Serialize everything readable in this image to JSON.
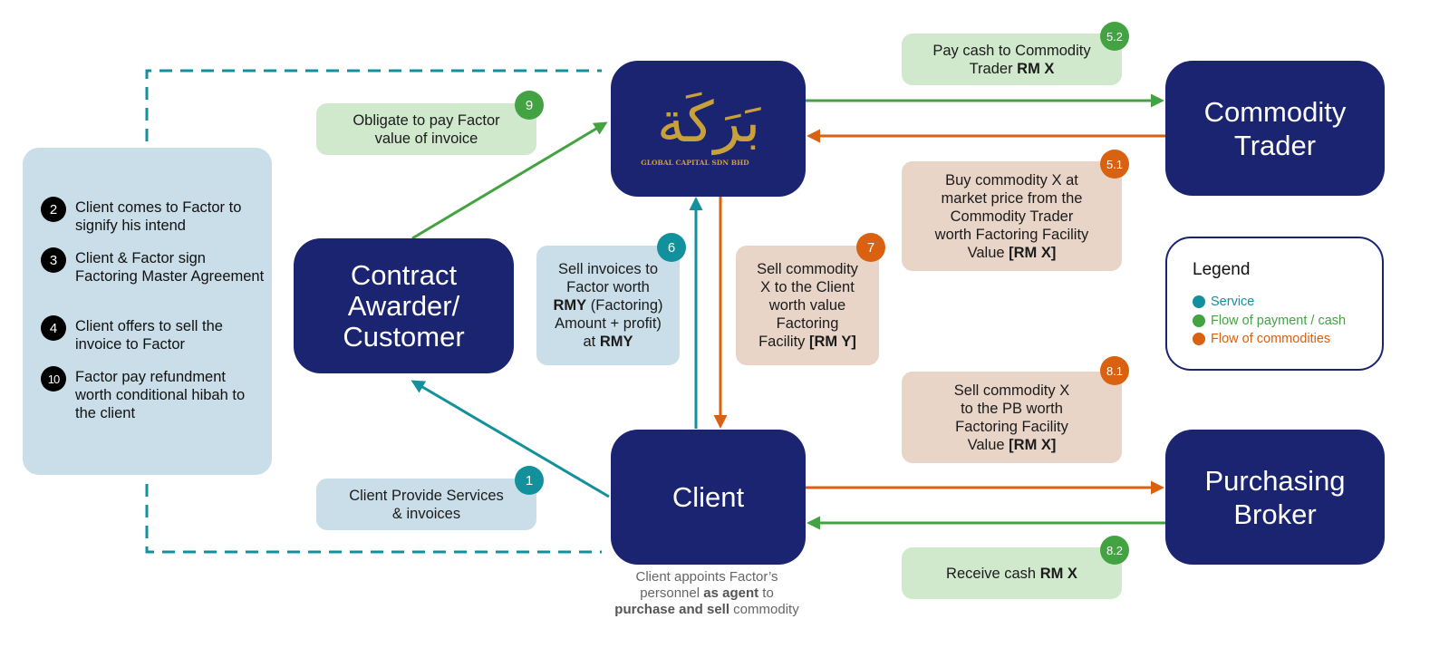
{
  "colors": {
    "node": "#1a2470",
    "service": "#12919d",
    "payment": "#43a342",
    "commodity": "#d9610f",
    "note_green": "#d0e9cd",
    "note_blue": "#c9dee8",
    "note_tan": "#e8d5c8",
    "logo_gold": "#c9a13a"
  },
  "nodes": {
    "factor": {
      "logo_arabic": "بَرَكَة",
      "logo_subtitle": "GLOBAL CAPITAL SDN BHD"
    },
    "commodity_trader": {
      "label_line1": "Commodity",
      "label_line2": "Trader"
    },
    "contract_awarder": {
      "label_line1": "Contract",
      "label_line2": "Awarder/",
      "label_line3": "Customer"
    },
    "client": {
      "label": "Client"
    },
    "purchasing_broker": {
      "label_line1": "Purchasing",
      "label_line2": "Broker"
    }
  },
  "steps_panel": {
    "items": [
      {
        "number": "2",
        "text": "Client comes to Factor to signify his intend"
      },
      {
        "number": "3",
        "text": "Client & Factor sign Factoring Master Agreement"
      },
      {
        "number": "4",
        "text": "Client offers to sell the invoice to Factor"
      },
      {
        "number": "10",
        "text": "Factor pay refundment worth conditional hibah to the client"
      }
    ]
  },
  "notes": {
    "n1": {
      "badge": "1",
      "line1": "Client Provide Services",
      "line2": "& invoices"
    },
    "n9": {
      "badge": "9",
      "line1": "Obligate to pay Factor",
      "line2": "value of invoice"
    },
    "n6": {
      "badge": "6",
      "l1": "Sell invoices to",
      "l2": "Factor worth",
      "l3_bold": "RMY",
      "l3": " (Factoring)",
      "l4": "Amount + profit)",
      "l5": "at ",
      "l5_bold": "RMY"
    },
    "n7": {
      "badge": "7",
      "l1": "Sell commodity",
      "l2": "X to the Client",
      "l3": "worth value",
      "l4": "Factoring",
      "l5": "Facility ",
      "l5_bold": "[RM Y]"
    },
    "n52": {
      "badge": "5.2",
      "l1": "Pay cash to Commodity",
      "l2": "Trader ",
      "l2_bold": "RM X"
    },
    "n51": {
      "badge": "5.1",
      "l1": "Buy commodity X at",
      "l2": "market price from the",
      "l3": "Commodity Trader",
      "l4": "worth Factoring Facility",
      "l5": "Value ",
      "l5_bold": "[RM X]"
    },
    "n81": {
      "badge": "8.1",
      "l1": "Sell commodity X",
      "l2": "to the PB worth",
      "l3": "Factoring Facility",
      "l4": "Value ",
      "l4_bold": "[RM X]"
    },
    "n82": {
      "badge": "8.2",
      "l1": "Receive cash ",
      "l1_bold": "RM X"
    }
  },
  "caption": {
    "l1": "Client appoints Factor’s",
    "l2a": "personnel ",
    "l2b_bold": "as agent",
    "l2c": " to",
    "l3a_bold": "purchase and sell",
    "l3b": " commodity"
  },
  "legend": {
    "title": "Legend",
    "items": [
      {
        "label": "Service",
        "color": "#12919d"
      },
      {
        "label": "Flow of payment / cash",
        "color": "#43a342"
      },
      {
        "label": "Flow of commodities",
        "color": "#d9610f"
      }
    ]
  }
}
